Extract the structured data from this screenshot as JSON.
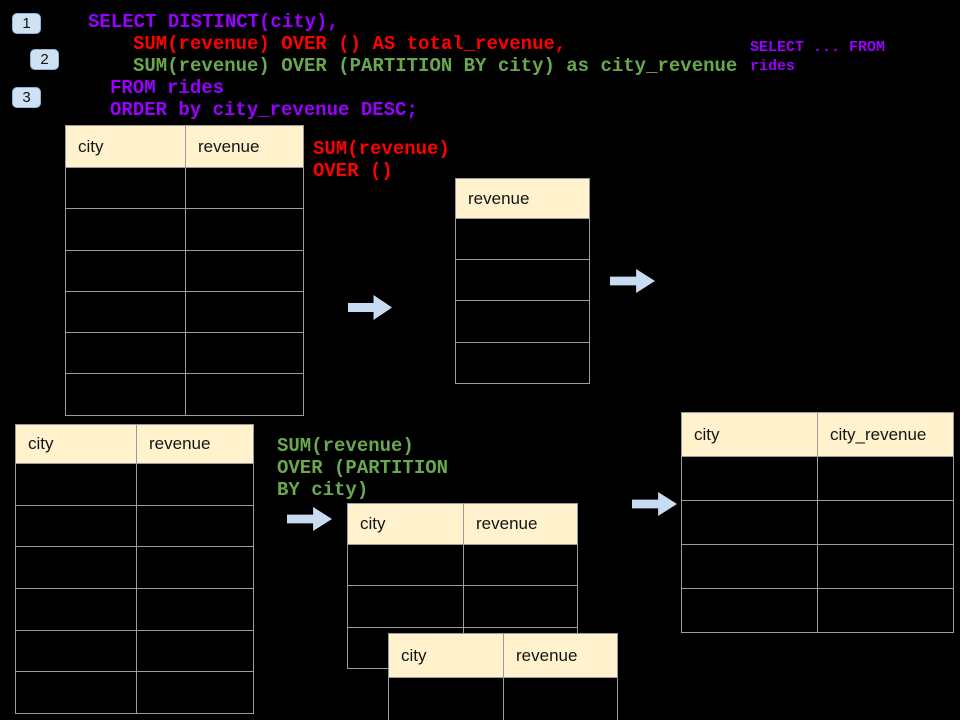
{
  "colors": {
    "purple": "#9900FF",
    "red": "#FF0000",
    "green": "#6AA84F",
    "header_fill": "#FFF2CC",
    "arrow_fill": "#C7DCF1",
    "badge_fill": "#CFE2F3",
    "table_border": "#9B9B9B",
    "background": "#000000"
  },
  "badges": [
    {
      "label": "1"
    },
    {
      "label": "2"
    },
    {
      "label": "3"
    }
  ],
  "sql": {
    "lines": [
      {
        "text": "SELECT DISTINCT(city),",
        "color": "purple"
      },
      {
        "text": "SUM(revenue) OVER () AS total_revenue,",
        "color": "red"
      },
      {
        "text": "SUM(revenue) OVER (PARTITION BY city) as city_revenue",
        "color": "green"
      },
      {
        "text": "FROM rides",
        "color": "purple"
      },
      {
        "text": "ORDER by city_revenue DESC;",
        "color": "purple"
      }
    ]
  },
  "side_note": {
    "line1": "SELECT ... FROM",
    "line2": "rides"
  },
  "annotations": {
    "total": {
      "line1": "SUM(revenue)",
      "line2": "OVER ()"
    },
    "partition": {
      "line1": "SUM(revenue)",
      "line2": "OVER (PARTITION",
      "line3": "BY city)"
    }
  },
  "tables": {
    "source_top": {
      "col1": "city",
      "col2": "revenue",
      "body_rows": 6
    },
    "total_result": {
      "col1": "revenue",
      "body_rows": 4
    },
    "source_bottom": {
      "col1": "city",
      "col2": "revenue",
      "body_rows": 6
    },
    "partition_mid": {
      "col1": "city",
      "col2": "revenue",
      "body_rows": 3
    },
    "partition_overlap": {
      "col1": "city",
      "col2": "revenue",
      "body_rows": 1
    },
    "final_result": {
      "col1": "city",
      "col2": "city_revenue",
      "body_rows": 4
    }
  },
  "icons": {
    "flow_arrow": "right-arrow"
  }
}
